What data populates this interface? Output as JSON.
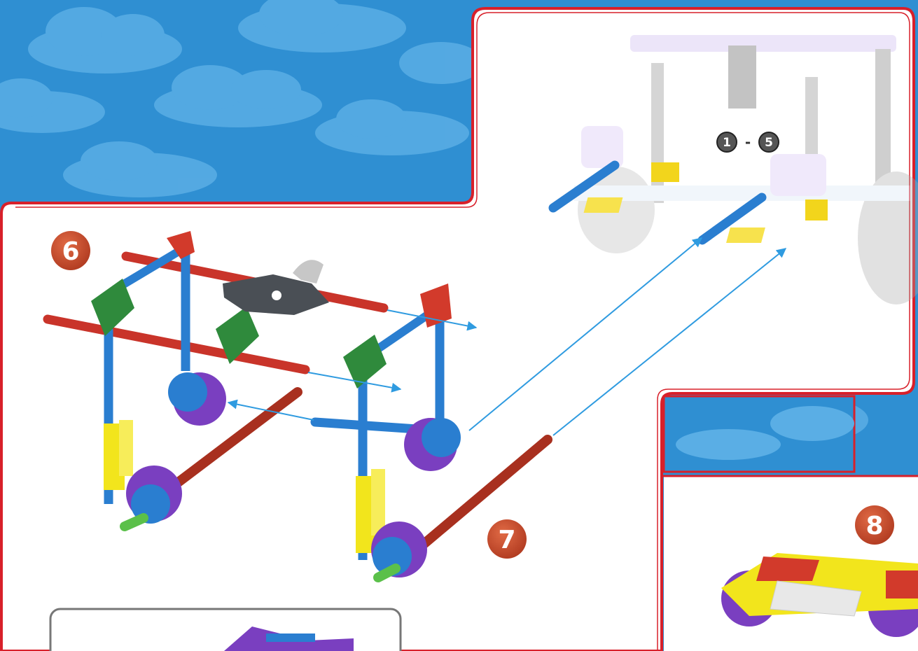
{
  "steps": {
    "step6": "6",
    "step7": "7",
    "step8": "8",
    "previous_range": {
      "from": "1",
      "separator": "-",
      "to": "5"
    }
  },
  "colors": {
    "sky": "#2f8fd2",
    "cloud": "#5fb0e6",
    "panel_border": "#d8202a",
    "badge": "#c8462b",
    "rod_red": "#c9342a",
    "rod_blue": "#2a7ed0",
    "connector_green": "#2f8a3c",
    "connector_yellow": "#f2e51c",
    "connector_purple": "#7a3fc0",
    "arrow": "#2f9be0"
  }
}
